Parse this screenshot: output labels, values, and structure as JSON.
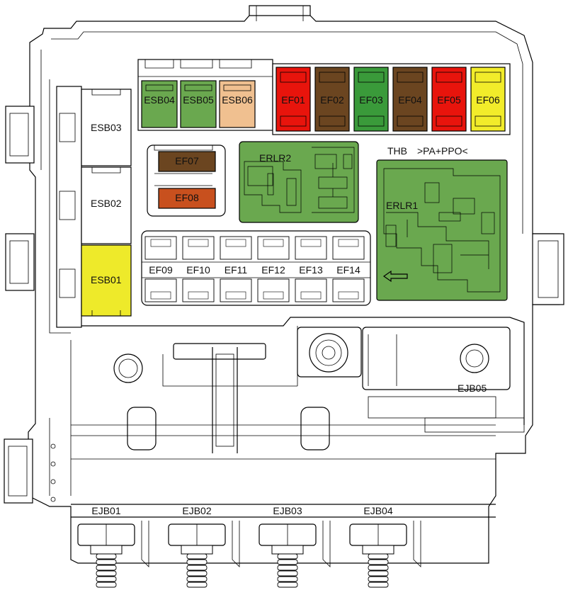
{
  "colors": {
    "green": "#6aa84f",
    "relay_green": "#6aa84f",
    "tan": "#f0c090",
    "red": "#e8140c",
    "brown": "#6b4520",
    "dark_green": "#3a9a3a",
    "yellow": "#f2ec2a",
    "orange": "#c8501e",
    "esb_yellow": "#eeea2a"
  },
  "header": {
    "thb_label": "THB",
    "code_label": ">PA+PPO<"
  },
  "esb_top": [
    {
      "label": "ESB04",
      "color_name": "green"
    },
    {
      "label": "ESB05",
      "color_name": "green"
    },
    {
      "label": "ESB06",
      "color_name": "tan"
    }
  ],
  "ef_top": [
    {
      "label": "EF01",
      "color_name": "red"
    },
    {
      "label": "EF02",
      "color_name": "brown"
    },
    {
      "label": "EF03",
      "color_name": "dark_green"
    },
    {
      "label": "EF04",
      "color_name": "brown"
    },
    {
      "label": "EF05",
      "color_name": "red"
    },
    {
      "label": "EF06",
      "color_name": "yellow"
    }
  ],
  "ef_mid": [
    {
      "label": "EF07",
      "color_name": "brown"
    },
    {
      "label": "EF08",
      "color_name": "orange"
    }
  ],
  "esb_side": [
    {
      "label": "ESB03"
    },
    {
      "label": "ESB02"
    },
    {
      "label": "ESB01",
      "color_name": "esb_yellow"
    }
  ],
  "ef_row": [
    "EF09",
    "EF10",
    "EF11",
    "EF12",
    "EF13",
    "EF14"
  ],
  "relays": {
    "erlr2": "ERLR2",
    "erlr1": "ERLR1"
  },
  "ejb_bottom": [
    "EJB01",
    "EJB02",
    "EJB03",
    "EJB04"
  ],
  "ejb_side": "EJB05"
}
